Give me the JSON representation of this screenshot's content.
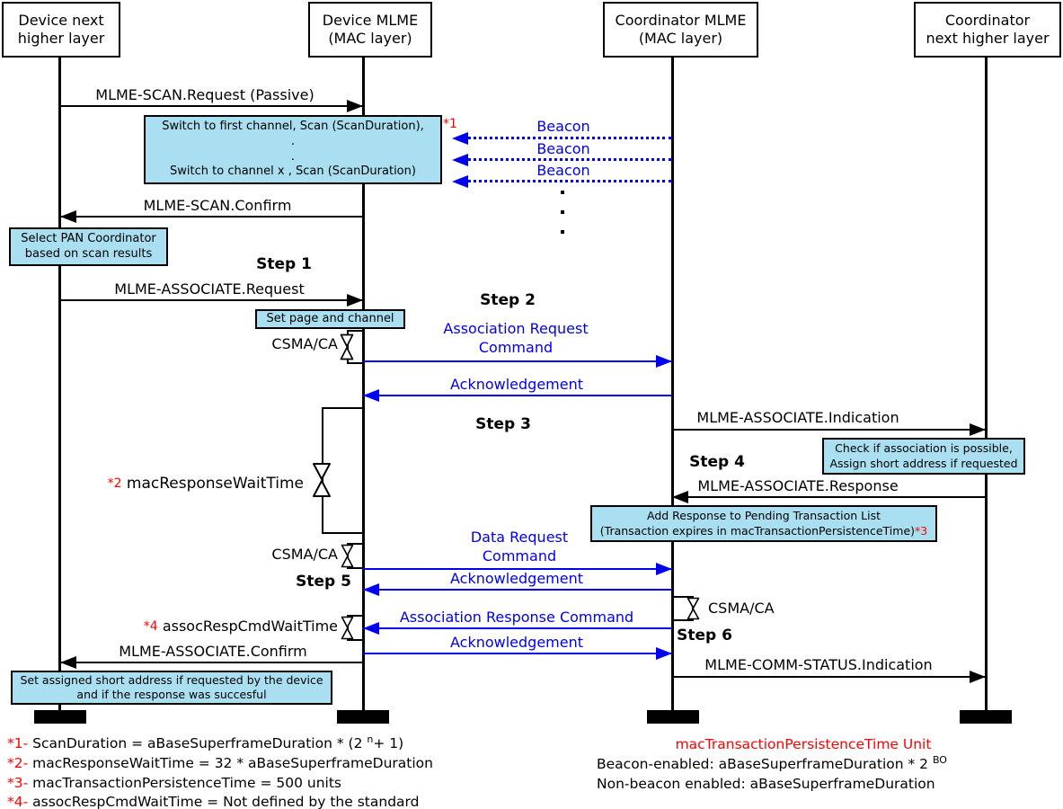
{
  "diagram": {
    "participants": [
      {
        "label": "Device next\nhigher layer"
      },
      {
        "label": "Device MLME\n(MAC layer)"
      },
      {
        "label": "Coordinator MLME\n(MAC layer)"
      },
      {
        "label": "Coordinator\nnext higher layer"
      }
    ],
    "steps": [
      "Step 1",
      "Step 2",
      "Step 3",
      "Step 4",
      "Step 5",
      "Step 6"
    ],
    "messages": {
      "scan_request": "MLME-SCAN.Request (Passive)",
      "beacon": "Beacon",
      "scan_confirm": "MLME-SCAN.Confirm",
      "assoc_request": "MLME-ASSOCIATE.Request",
      "assoc_req_cmd": "Association Request\nCommand",
      "ack": "Acknowledgement",
      "assoc_indication": "MLME-ASSOCIATE.Indication",
      "assoc_response": "MLME-ASSOCIATE.Response",
      "data_req_cmd": "Data Request\nCommand",
      "assoc_resp_cmd": "Association Response Command",
      "assoc_confirm": "MLME-ASSOCIATE.Confirm",
      "comm_status": "MLME-COMM-STATUS.Indication"
    },
    "notes": {
      "scan_note": "Switch to first channel,  Scan (ScanDuration),\n.\n.\nSwitch to channel x , Scan (ScanDuration)",
      "scan_note_marker": "*1",
      "select_pan": "Select PAN Coordinator\nbased on scan results",
      "set_page": "Set page and channel",
      "check_assoc": "Check if association is possible,\nAssign short address if requested",
      "add_response_line1": "Add Response to Pending Transaction List",
      "add_response_line2": "(Transaction expires in macTransactionPersistenceTime)",
      "add_response_marker": "*3",
      "set_assigned": "Set assigned short address if requested by the device\nand if the response was succesful"
    },
    "timers": {
      "csma": "CSMA/CA",
      "response_wait_marker": "*2",
      "response_wait": "macResponseWaitTime",
      "assoc_wait_marker": "*4",
      "assoc_wait": "assocRespCmdWaitTime"
    },
    "footnotes": [
      {
        "marker": "*1-",
        "text": " ScanDuration = aBaseSuperframeDuration * (2 ",
        "sup": "n",
        "tail": "+ 1)"
      },
      {
        "marker": "*2-",
        "text": " macResponseWaitTime = 32 * aBaseSuperframeDuration"
      },
      {
        "marker": "*3-",
        "text": " macTransactionPersistenceTime = 500 units"
      },
      {
        "marker": "*4-",
        "text": " assocRespCmdWaitTime = Not defined by the standard"
      }
    ],
    "legend": {
      "title": "macTransactionPersistenceTime Unit",
      "beacon_enabled": "Beacon-enabled: aBaseSuperframeDuration * 2 ",
      "beacon_enabled_sup": "BO",
      "non_beacon": "Non-beacon enabled: aBaseSuperframeDuration"
    },
    "colors": {
      "blue": "#0000ee",
      "red": "#ff0000",
      "note_bg": "#a9dff0"
    }
  }
}
